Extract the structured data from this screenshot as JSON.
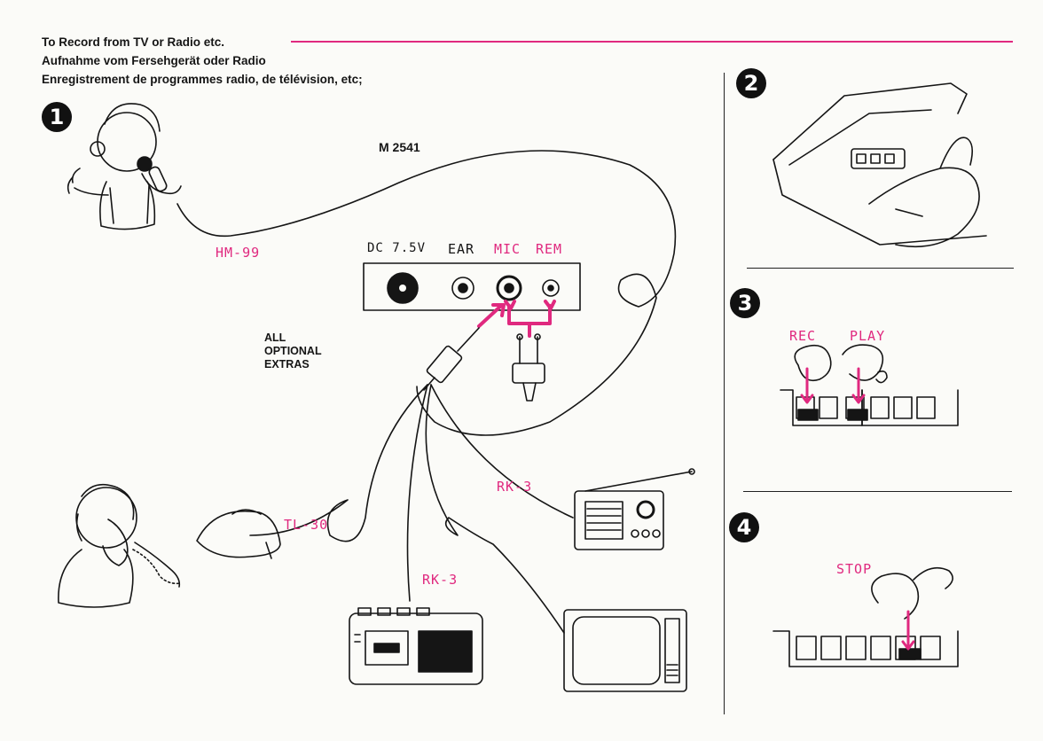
{
  "header": {
    "title_en": "To Record from TV or Radio etc.",
    "title_de": "Aufnahme vom Fersehgerät oder Radio",
    "title_fr": "Enregistrement de programmes radio, de télévision, etc;"
  },
  "model": "M 2541",
  "optional_extras": [
    "ALL",
    "OPTIONAL",
    "EXTRAS"
  ],
  "steps": [
    "1",
    "2",
    "3",
    "4"
  ],
  "jacks": {
    "dc": "DC 7.5V",
    "ear": "EAR",
    "mic": "MIC",
    "rem": "REM"
  },
  "accessories": {
    "microphone": "HM-99",
    "telephone": "TL-30",
    "radio_cable": "RK-3",
    "cassette_cable": "RK-3"
  },
  "step3_keys": {
    "rec": "REC",
    "play": "PLAY"
  },
  "step4_key": "STOP",
  "colors": {
    "accent": "#e0297f",
    "ink": "#151515",
    "paper": "#fbfbf8"
  }
}
